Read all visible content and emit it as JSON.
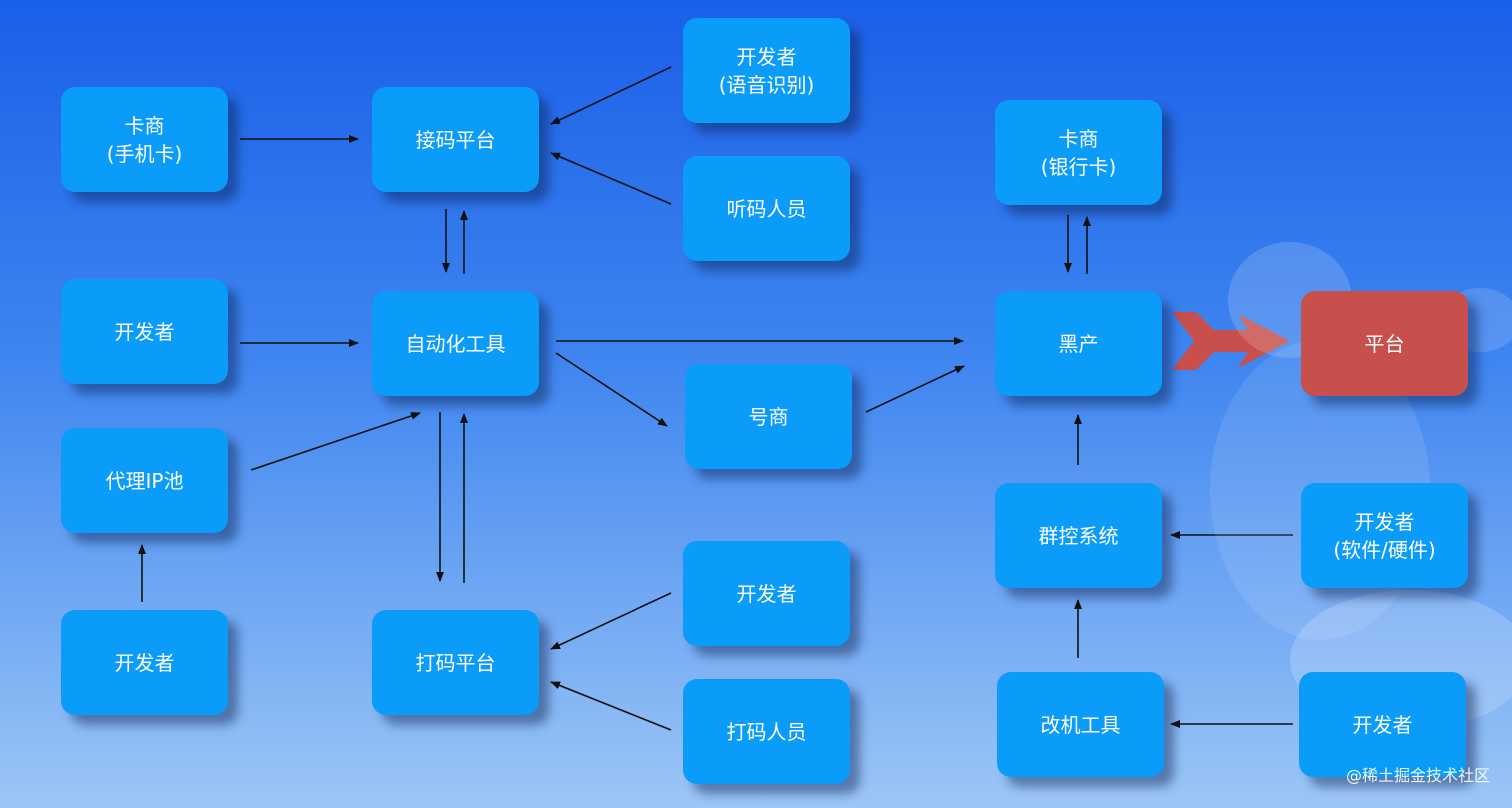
{
  "nodes": [
    {
      "id": "sim-dealer",
      "lines": [
        "卡商",
        "(手机卡)"
      ]
    },
    {
      "id": "sms-platform",
      "lines": [
        "接码平台"
      ]
    },
    {
      "id": "dev-voice",
      "lines": [
        "开发者",
        "(语音识别)"
      ]
    },
    {
      "id": "code-listener",
      "lines": [
        "听码人员"
      ]
    },
    {
      "id": "dev-tool",
      "lines": [
        "开发者"
      ]
    },
    {
      "id": "automation-tool",
      "lines": [
        "自动化工具"
      ]
    },
    {
      "id": "proxy-ip-pool",
      "lines": [
        "代理IP池"
      ]
    },
    {
      "id": "dev-proxy",
      "lines": [
        "开发者"
      ]
    },
    {
      "id": "captcha-platform",
      "lines": [
        "打码平台"
      ]
    },
    {
      "id": "dev-captcha",
      "lines": [
        "开发者"
      ]
    },
    {
      "id": "captcha-worker",
      "lines": [
        "打码人员"
      ]
    },
    {
      "id": "account-dealer",
      "lines": [
        "号商"
      ]
    },
    {
      "id": "bank-card-dealer",
      "lines": [
        "卡商",
        "(银行卡)"
      ]
    },
    {
      "id": "black-industry",
      "lines": [
        "黑产"
      ]
    },
    {
      "id": "target-platform",
      "lines": [
        "平台"
      ]
    },
    {
      "id": "group-control",
      "lines": [
        "群控系统"
      ]
    },
    {
      "id": "dev-sw-hw",
      "lines": [
        "开发者",
        "(软件/硬件)"
      ]
    },
    {
      "id": "phone-mod-tool",
      "lines": [
        "改机工具"
      ]
    },
    {
      "id": "dev-mod",
      "lines": [
        "开发者"
      ]
    }
  ],
  "edges": [
    {
      "from": "sim-dealer",
      "to": "sms-platform"
    },
    {
      "from": "dev-voice",
      "to": "sms-platform"
    },
    {
      "from": "code-listener",
      "to": "sms-platform"
    },
    {
      "from": "sms-platform",
      "to": "automation-tool"
    },
    {
      "from": "automation-tool",
      "to": "sms-platform"
    },
    {
      "from": "dev-tool",
      "to": "automation-tool"
    },
    {
      "from": "proxy-ip-pool",
      "to": "automation-tool"
    },
    {
      "from": "dev-proxy",
      "to": "proxy-ip-pool"
    },
    {
      "from": "automation-tool",
      "to": "captcha-platform"
    },
    {
      "from": "captcha-platform",
      "to": "automation-tool"
    },
    {
      "from": "dev-captcha",
      "to": "captcha-platform"
    },
    {
      "from": "captcha-worker",
      "to": "captcha-platform"
    },
    {
      "from": "automation-tool",
      "to": "black-industry"
    },
    {
      "from": "automation-tool",
      "to": "account-dealer"
    },
    {
      "from": "account-dealer",
      "to": "black-industry"
    },
    {
      "from": "black-industry",
      "to": "bank-card-dealer"
    },
    {
      "from": "bank-card-dealer",
      "to": "black-industry"
    },
    {
      "from": "group-control",
      "to": "black-industry"
    },
    {
      "from": "dev-sw-hw",
      "to": "group-control"
    },
    {
      "from": "phone-mod-tool",
      "to": "group-control"
    },
    {
      "from": "dev-mod",
      "to": "phone-mod-tool"
    },
    {
      "from": "black-industry",
      "to": "target-platform",
      "style": "bold-red"
    }
  ],
  "colors": {
    "node": "#0b9bf8",
    "target_node": "#c8504c",
    "edge": "#111111",
    "bold_arrow": "#c8504c"
  },
  "watermark": "@稀土掘金技术社区"
}
